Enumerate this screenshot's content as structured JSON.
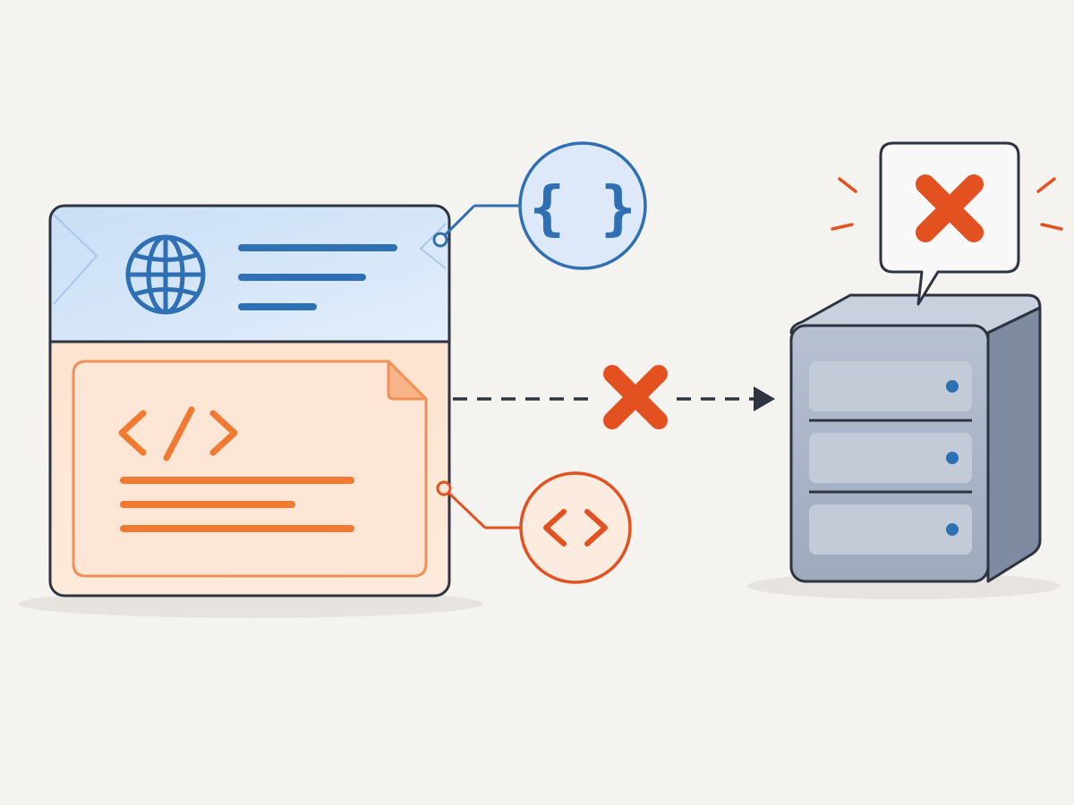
{
  "colors": {
    "background": "#f5f3ef",
    "outline": "#2d3440",
    "blue_accent": "#2f6fb3",
    "blue_fill": "#d6e6f8",
    "orange_accent": "#f07a32",
    "orange_fill": "#fde6d6",
    "red_error": "#e2511f",
    "server_body": "#a9b4c6",
    "server_side": "#7f8ba0"
  },
  "icons": {
    "header_icon": "globe-icon",
    "header_badge": "curly-braces-icon",
    "body_icon": "code-tag-icon",
    "body_badge": "angle-brackets-icon",
    "connection_status": "x-mark-icon",
    "server": "server-icon",
    "server_alert": "x-mark-icon"
  },
  "symbols": {
    "curly_braces": "{ }",
    "code_tag": "</>",
    "angle_brackets": "< >"
  },
  "server": {
    "drive_bays": 3,
    "status": "error"
  },
  "connection": {
    "style": "dashed-arrow",
    "status": "blocked"
  }
}
